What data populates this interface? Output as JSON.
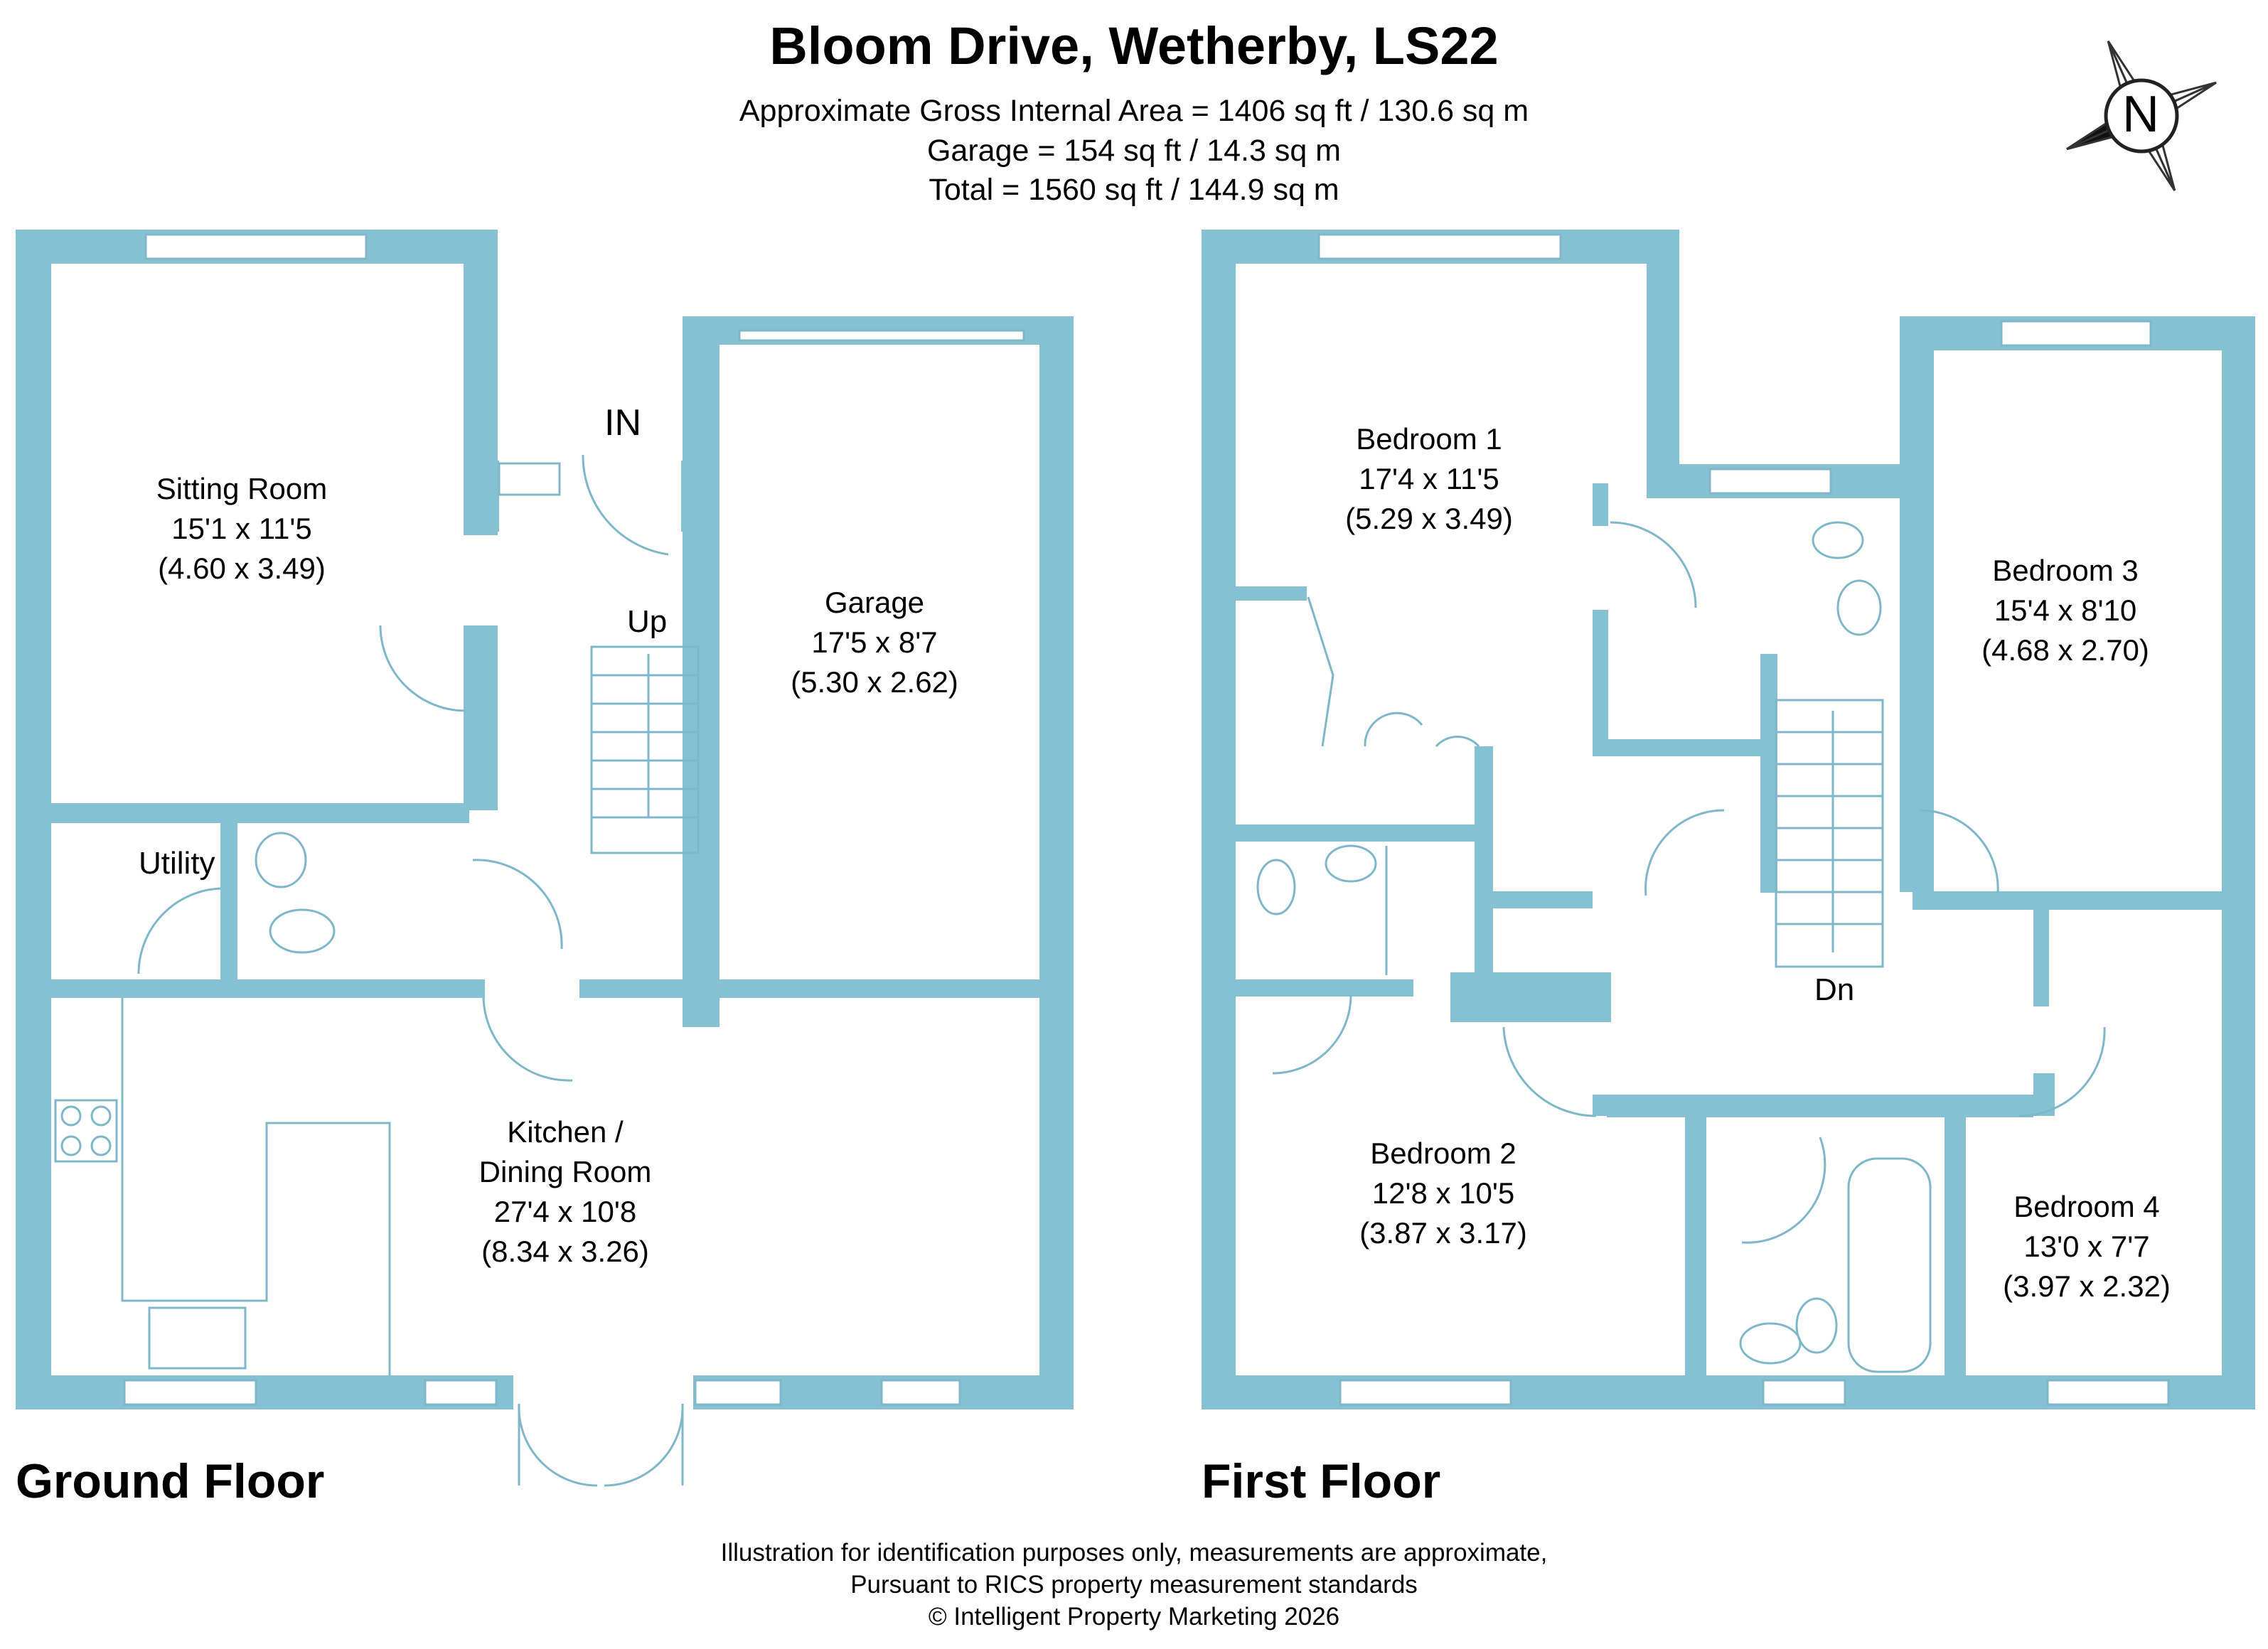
{
  "title": "Bloom Drive, Wetherby, LS22",
  "areas": [
    "Approximate Gross Internal Area = 1406 sq ft / 130.6 sq m",
    "Garage = 154 sq ft / 14.3 sq m",
    "Total = 1560 sq ft / 144.9 sq m"
  ],
  "compass": "N",
  "floors": {
    "ground": "Ground Floor",
    "first": "First Floor"
  },
  "labels": {
    "in": "IN",
    "up": "Up",
    "dn": "Dn",
    "utility": "Utility"
  },
  "rooms": {
    "sitting": {
      "name": "Sitting Room",
      "imperial": "15'1 x 11'5",
      "metric": "(4.60 x 3.49)"
    },
    "garage": {
      "name": "Garage",
      "imperial": "17'5 x 8'7",
      "metric": "(5.30 x 2.62)"
    },
    "kitchen": {
      "name1": "Kitchen /",
      "name2": "Dining Room",
      "imperial": "27'4 x 10'8",
      "metric": "(8.34 x 3.26)"
    },
    "bedroom1": {
      "name": "Bedroom 1",
      "imperial": "17'4 x 11'5",
      "metric": "(5.29 x 3.49)"
    },
    "bedroom2": {
      "name": "Bedroom 2",
      "imperial": "12'8 x 10'5",
      "metric": "(3.87 x 3.17)"
    },
    "bedroom3": {
      "name": "Bedroom 3",
      "imperial": "15'4 x 8'10",
      "metric": "(4.68 x 2.70)"
    },
    "bedroom4": {
      "name": "Bedroom 4",
      "imperial": "13'0 x 7'7",
      "metric": "(3.97 x 2.32)"
    }
  },
  "footer": [
    "Illustration for identification purposes only, measurements are approximate,",
    "Pursuant to RICS property measurement standards",
    "© Intelligent Property Marketing 2026"
  ],
  "colors": {
    "wall": "#85c1d2",
    "line": "#7fb7c8"
  }
}
